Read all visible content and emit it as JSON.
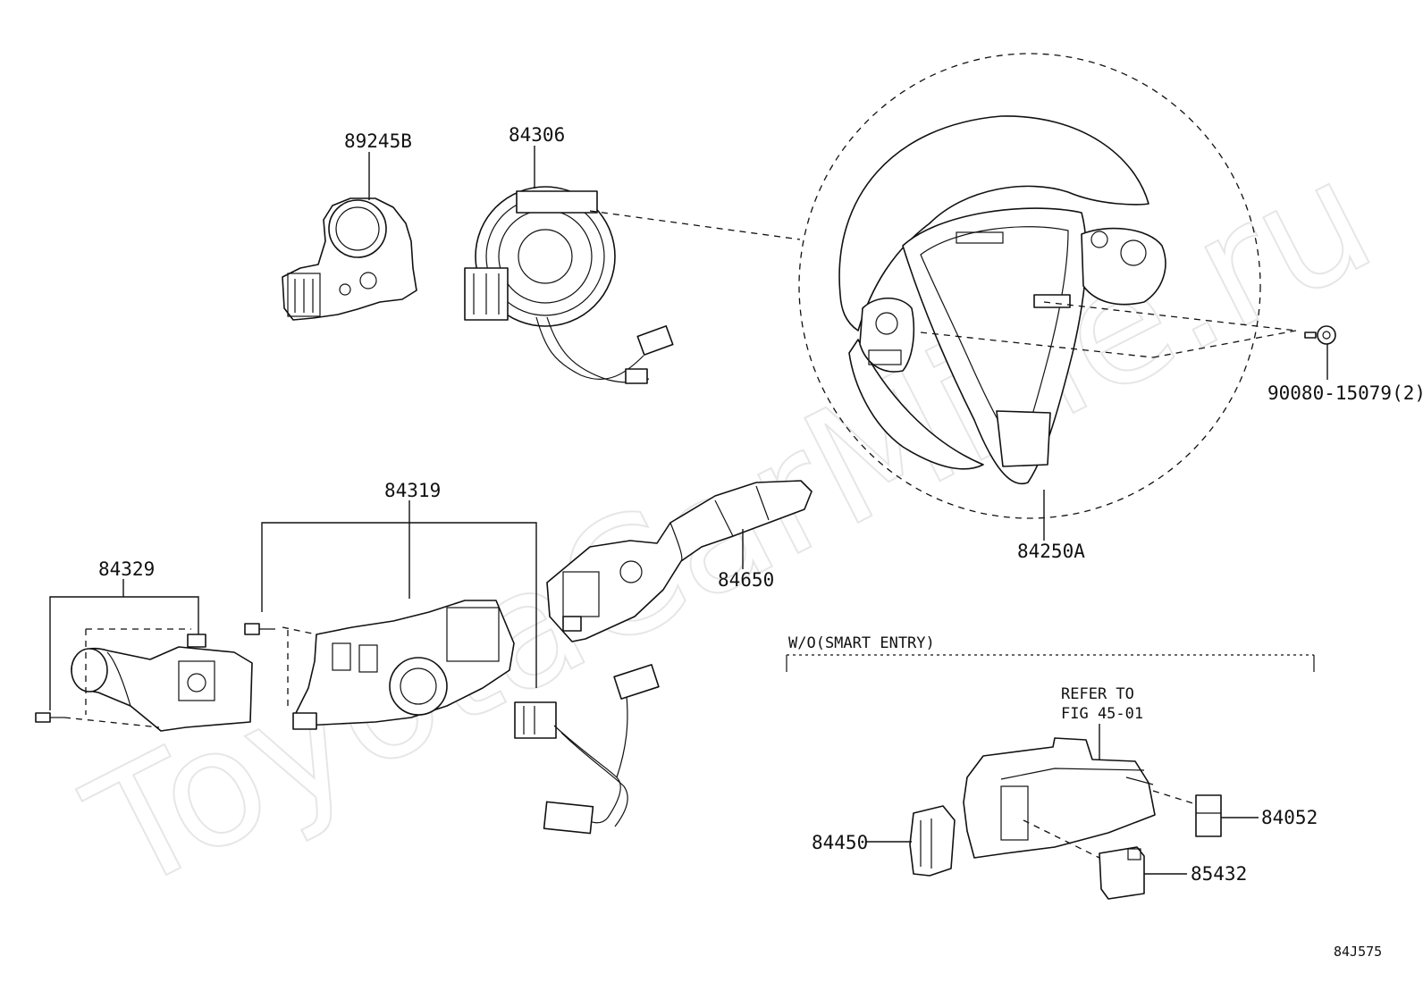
{
  "parts": {
    "p89245B": "89245B",
    "p84306": "84306",
    "p84250A": "84250A",
    "p90080": "90080-15079(2)",
    "p84319": "84319",
    "p84329": "84329",
    "p84650": "84650",
    "p84450": "84450",
    "p84052": "84052",
    "p85432": "85432"
  },
  "notes": {
    "option_label": "W/O(SMART ENTRY)",
    "refer_line1": "REFER TO",
    "refer_line2": "FIG 45-01"
  },
  "watermark": "ToyotaCarMine.ru",
  "figure_code": "84J575"
}
